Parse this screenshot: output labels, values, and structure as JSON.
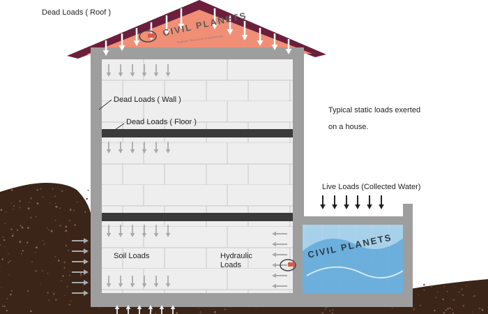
{
  "labels": {
    "dead_roof": "Dead Loads ( Roof )",
    "dead_wall": "Dead Loads ( Wall )",
    "dead_floor": "Dead Loads ( Floor )",
    "live": "Live Loads (Collected Water)",
    "soil": "Soil Loads",
    "hydraulic_line1": "Hydraulic",
    "hydraulic_line2": "Loads"
  },
  "caption": {
    "line1": "Typical static loads exerted",
    "line2": "on a house."
  },
  "watermark": {
    "name": "CIVIL PLANETS",
    "tagline": "Explore Structural Engineering"
  },
  "colors": {
    "roof_fill": "#f08f76",
    "roof_edge": "#6b1f3c",
    "wall": "#9e9e9e",
    "block_fill": "#eeeeee",
    "slab": "#3a3a3a",
    "soil": "#3b2418",
    "water": "#5aa9d8",
    "gray_arrow": "#aaaaaa",
    "black_arrow": "#222222"
  }
}
